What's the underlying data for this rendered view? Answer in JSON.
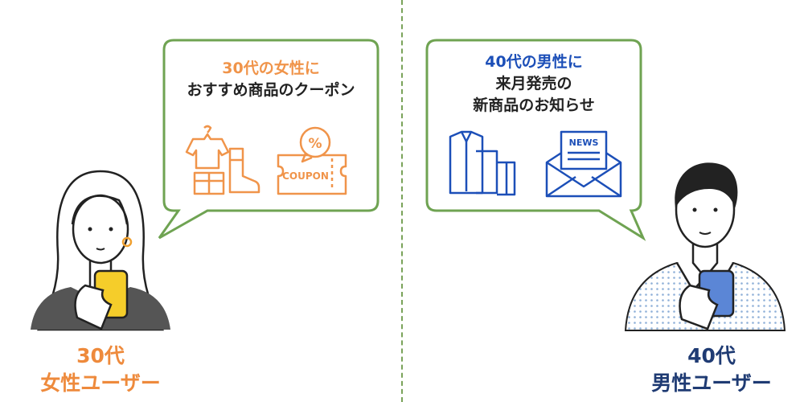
{
  "left": {
    "bubble": {
      "headline": "30代の女性に",
      "body": "おすすめ商品のクーポン",
      "icons": [
        "clothes-icon",
        "boots-icon",
        "gift-box-icon",
        "coupon-icon"
      ],
      "coupon_text": "COUPON",
      "coupon_badge": "%"
    },
    "user": {
      "age": "30代",
      "label": "女性ユーザー"
    }
  },
  "right": {
    "bubble": {
      "headline": "40代の男性に",
      "body_line1": "来月発売の",
      "body_line2": "新商品のお知らせ",
      "icons": [
        "shirts-icon",
        "newsletter-envelope-icon"
      ],
      "news_text": "NEWS"
    },
    "user": {
      "age": "40代",
      "label": "男性ユーザー"
    }
  },
  "colors": {
    "bubble_border": "#6fa352",
    "divider": "#7aa35a",
    "accent_orange": "#f0944a",
    "accent_blue": "#1c4fb8",
    "phone_left": "#f5cd2a",
    "phone_right": "#5b86d6"
  }
}
